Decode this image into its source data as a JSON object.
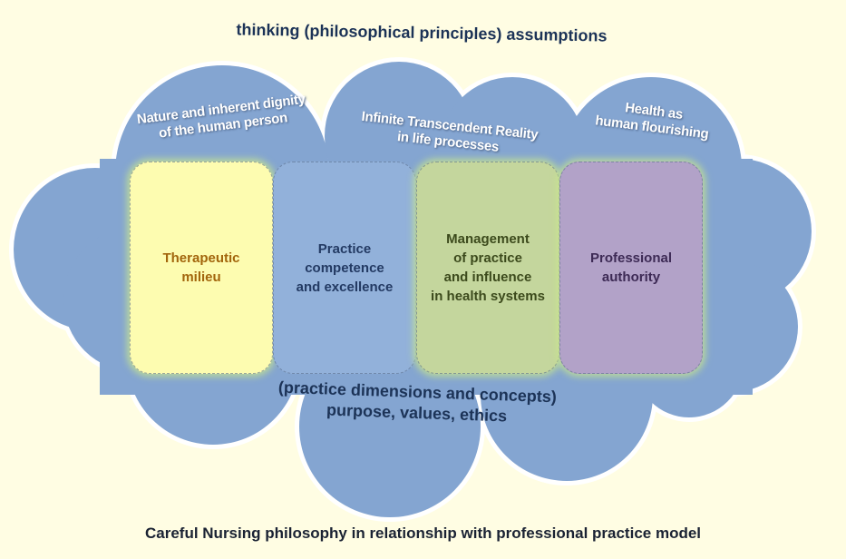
{
  "header": {
    "title": "thinking (philosophical principles) assumptions"
  },
  "principles": [
    {
      "line1": "Nature and inherent dignity",
      "line2": "of the human person"
    },
    {
      "line1": "Infinite Transcendent Reality",
      "line2": "in life processes"
    },
    {
      "line1": "Health as",
      "line2": "human flourishing"
    }
  ],
  "dimensions": [
    {
      "lines": [
        "Therapeutic",
        "milieu"
      ],
      "color": "#fdfcb0",
      "text_color": "#a2650c"
    },
    {
      "lines": [
        "Practice",
        "competence",
        "and excellence"
      ],
      "color": "#92b1da",
      "text_color": "#233a63"
    },
    {
      "lines": [
        "Management",
        "of practice",
        "and influence",
        "in health systems"
      ],
      "color": "#c4d69d",
      "text_color": "#3c4a1c"
    },
    {
      "lines": [
        "Professional",
        "authority"
      ],
      "color": "#b2a2c8",
      "text_color": "#3d2a55"
    }
  ],
  "footer_labels": {
    "line1": "(practice dimensions and concepts)",
    "line2": "purpose, values, ethics"
  },
  "caption": "Careful Nursing philosophy in relationship with professional practice model",
  "colors": {
    "background": "#fffde3",
    "cloud": "#84a5d1",
    "outline": "#ffffff"
  }
}
